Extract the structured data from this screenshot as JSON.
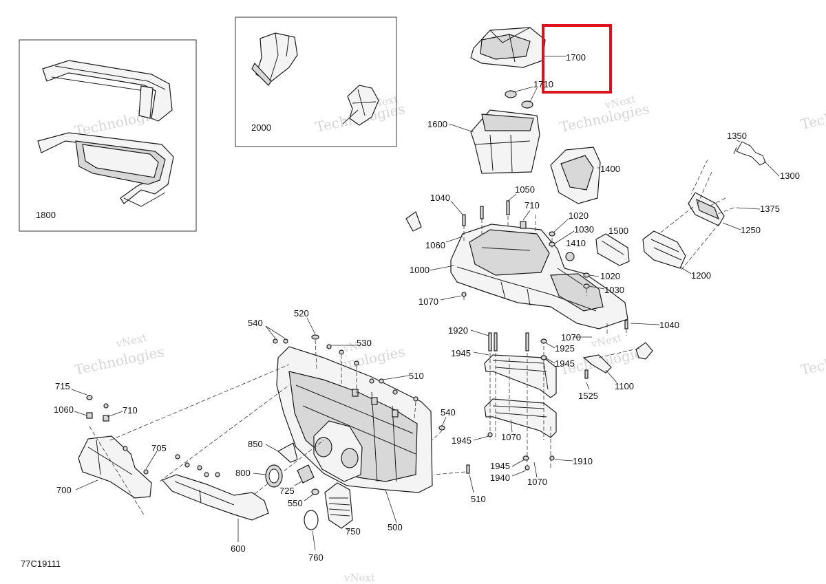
{
  "diagram_code": "77C19111",
  "highlight_color": "#d9141e",
  "watermark": {
    "line1": "vNext",
    "line2": "Technologies",
    "full": "vNext Technologies"
  },
  "callouts": {
    "p1800": "1800",
    "p2000": "2000",
    "p1700": "1700",
    "p1710": "1710",
    "p1600": "1600",
    "p1400": "1400",
    "p1350": "1350",
    "p1300": "1300",
    "p1375": "1375",
    "p1250": "1250",
    "p1200": "1200",
    "p1500": "1500",
    "p1410": "1410",
    "p1040a": "1040",
    "p1050": "1050",
    "p710a": "710",
    "p1020a": "1020",
    "p1030a": "1030",
    "p1060a": "1060",
    "p1000": "1000",
    "p1020b": "1020",
    "p1030b": "1030",
    "p1070a": "1070",
    "p1040b": "1040",
    "p1920": "1920",
    "p1070b": "1070",
    "p1945a": "1945",
    "p1925": "1925",
    "p1945b": "1945",
    "p1525": "1525",
    "p1100": "1100",
    "p540a": "540",
    "p520": "520",
    "p530": "530",
    "p510a": "510",
    "p540b": "540",
    "p715": "715",
    "p1060b": "1060",
    "p710b": "710",
    "p705": "705",
    "p700": "700",
    "p850": "850",
    "p800": "800",
    "p725": "725",
    "p550": "550",
    "p750": "750",
    "p760": "760",
    "p600": "600",
    "p500": "500",
    "p510b": "510",
    "p1945c": "1945",
    "p1070c": "1070",
    "p1945d": "1945",
    "p1940": "1940",
    "p1070d": "1070",
    "p1910": "1910"
  }
}
